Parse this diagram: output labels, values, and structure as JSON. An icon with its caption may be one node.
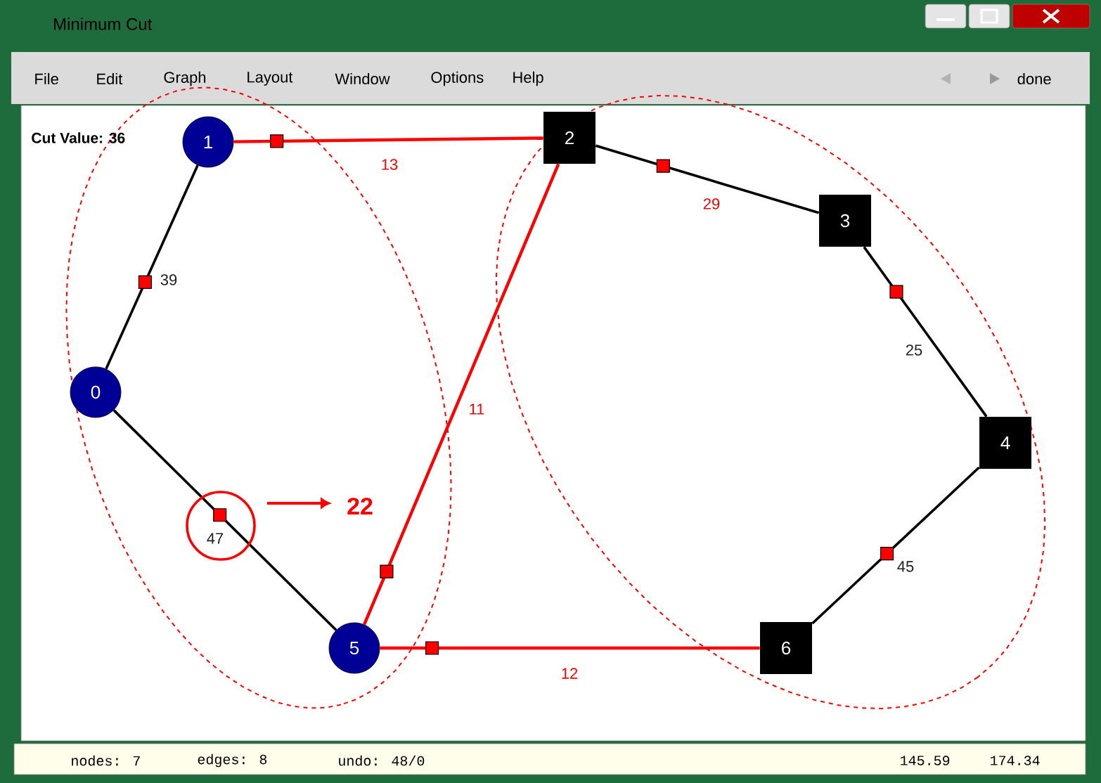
{
  "diagram": {
    "title": "Minimum Cut",
    "nodes": [
      {
        "text": [
          "0"
        ]
      },
      {
        "text": [
          "1"
        ]
      },
      {
        "text": [
          "2"
        ]
      },
      {
        "text": [
          "3"
        ]
      },
      {
        "text": [
          "4"
        ]
      },
      {
        "text": [
          "5"
        ]
      },
      {
        "text": [
          "6"
        ]
      }
    ],
    "edges": [
      {
        "from": 1,
        "to": 0,
        "arrow": "none",
        "label": "39"
      },
      {
        "from": 0,
        "to": 5,
        "arrow": "none",
        "label": "47"
      },
      {
        "from": 1,
        "to": 2,
        "arrow": "none",
        "label": "13",
        "color": "#ff0000"
      },
      {
        "from": 5,
        "to": 2,
        "arrow": "none",
        "label": "11",
        "color": "#ff0000"
      },
      {
        "from": 5,
        "to": 6,
        "arrow": "none",
        "label": "12",
        "color": "#ff0000"
      },
      {
        "from": 2,
        "to": 3,
        "arrow": "none",
        "label": "29"
      },
      {
        "from": 3,
        "to": 4,
        "arrow": "none",
        "label": "25"
      },
      {
        "from": 4,
        "to": 6,
        "arrow": "none",
        "label": "45"
      }
    ],
    "labels": [
      "File",
      "Edit",
      "Graph",
      "Layout",
      "Window",
      "Options",
      "Help",
      "done",
      "Cut Value: 36",
      "22",
      "nodes: 7",
      "edges: 8",
      "undo: 48/0",
      "145.59",
      "174.34"
    ]
  }
}
